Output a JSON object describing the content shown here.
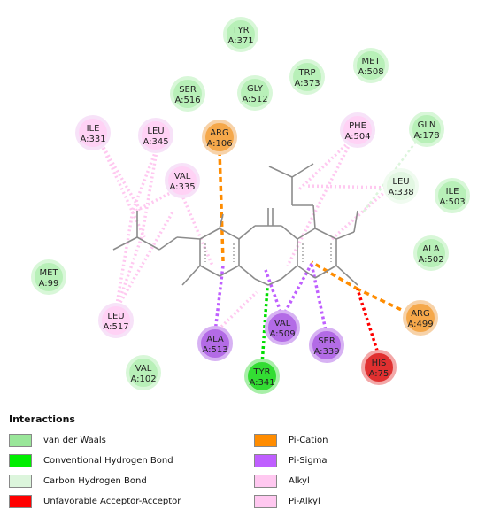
{
  "residues": [
    {
      "name": "TYR",
      "num": "A:371",
      "type": "vdw"
    },
    {
      "name": "MET",
      "num": "A:508",
      "type": "vdw"
    },
    {
      "name": "TRP",
      "num": "A:373",
      "type": "vdw"
    },
    {
      "name": "SER",
      "num": "A:516",
      "type": "vdw"
    },
    {
      "name": "GLY",
      "num": "A:512",
      "type": "vdw"
    },
    {
      "name": "ILE",
      "num": "A:331",
      "type": "alkyl"
    },
    {
      "name": "LEU",
      "num": "A:345",
      "type": "alkyl"
    },
    {
      "name": "ARG",
      "num": "A:106",
      "type": "pication"
    },
    {
      "name": "PHE",
      "num": "A:504",
      "type": "alkyl"
    },
    {
      "name": "GLN",
      "num": "A:178",
      "type": "vdw"
    },
    {
      "name": "VAL",
      "num": "A:335",
      "type": "alkyl"
    },
    {
      "name": "LEU",
      "num": "A:338",
      "type": "chbond"
    },
    {
      "name": "ILE",
      "num": "A:503",
      "type": "vdw"
    },
    {
      "name": "ALA",
      "num": "A:502",
      "type": "vdw"
    },
    {
      "name": "MET",
      "num": "A:99",
      "type": "vdw"
    },
    {
      "name": "LEU",
      "num": "A:517",
      "type": "alkyl"
    },
    {
      "name": "VAL",
      "num": "A:509",
      "type": "pisigma"
    },
    {
      "name": "ARG",
      "num": "A:499",
      "type": "pication"
    },
    {
      "name": "ALA",
      "num": "A:513",
      "type": "pisigma"
    },
    {
      "name": "SER",
      "num": "A:339",
      "type": "pisigma"
    },
    {
      "name": "HIS",
      "num": "A:75",
      "type": "unfavorable"
    },
    {
      "name": "VAL",
      "num": "A:102",
      "type": "vdw"
    },
    {
      "name": "TYR",
      "num": "A:341",
      "type": "hbond"
    }
  ],
  "legend": {
    "title": "Interactions",
    "items": [
      {
        "label": "van der Waals",
        "color": "#99e699"
      },
      {
        "label": "Conventional Hydrogen Bond",
        "color": "#00ee00"
      },
      {
        "label": "Carbon Hydrogen Bond",
        "color": "#dcf5dc"
      },
      {
        "label": "Unfavorable Acceptor-Acceptor",
        "color": "#ff0000"
      },
      {
        "label": "Pi-Cation",
        "color": "#ff8c00"
      },
      {
        "label": "Pi-Sigma",
        "color": "#bf5fff"
      },
      {
        "label": "Alkyl",
        "color": "#ffc8f0"
      },
      {
        "label": "Pi-Alkyl",
        "color": "#ffc8f0"
      }
    ]
  },
  "colors": {
    "vdw_fill": "#b8f0b8",
    "alkyl_fill": "#ffd2f5",
    "pication_fill": "#f5a84a",
    "pisigma_fill": "#b36be6",
    "unfavorable_fill": "#e03030",
    "hbond_fill": "#33dd33",
    "chbond_fill": "#e2f7e2",
    "bond_line": "#8c8c8c"
  }
}
